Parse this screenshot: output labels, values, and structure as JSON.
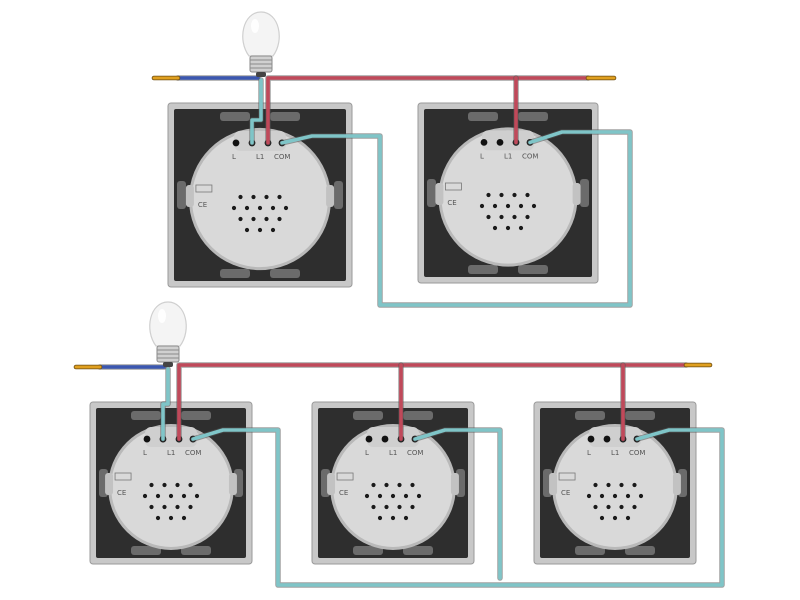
{
  "colors": {
    "background": "#ffffff",
    "live_wire": "#c0495a",
    "neutral_wire": "#3b57b0",
    "traveler_wire": "#7fc5c8",
    "lamp_wire": "#7fc5c8",
    "copper_tip": "#e0a020",
    "switch_frame": "#c8c8c8",
    "switch_plate": "#2e2e2e",
    "switch_module": "#d9d9d9",
    "terminal_hole": "#111111"
  },
  "icons": {
    "lamp": "light-bulb-icon",
    "certification": "ce-mark-icon"
  },
  "module_markings": {
    "terminal_l": "L",
    "terminal_l1": "L1",
    "terminal_com": "COM",
    "certification": "CE"
  },
  "diagrams": [
    {
      "name": "two-way-switch-circuit",
      "switch_count": 2
    },
    {
      "name": "three-way-switch-circuit",
      "switch_count": 3
    }
  ]
}
